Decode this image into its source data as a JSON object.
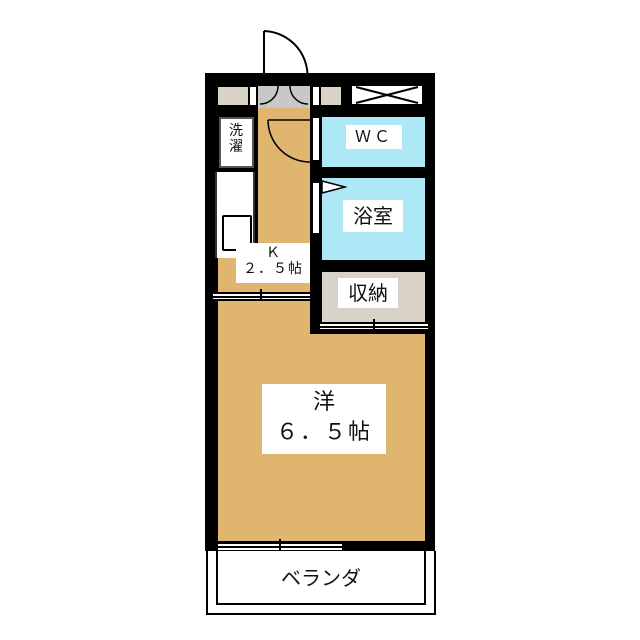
{
  "floorplan": {
    "rooms": {
      "laundry": {
        "label_line1": "洗",
        "label_line2": "濯"
      },
      "wc": {
        "label": "ＷＣ"
      },
      "bath": {
        "label": "浴室"
      },
      "kitchen": {
        "label_line1": "Ｋ",
        "label_line2": "２．５帖"
      },
      "storage": {
        "label": "収納"
      },
      "western_room": {
        "label_line1": "洋",
        "label_line2": "６．５帖"
      },
      "balcony": {
        "label": "ベランダ"
      }
    },
    "colors": {
      "wall": "#000000",
      "floor": "#e0b570",
      "wet_area": "#aee8f7",
      "storage": "#d8d3c6",
      "entry": "#c8c8c8"
    }
  }
}
